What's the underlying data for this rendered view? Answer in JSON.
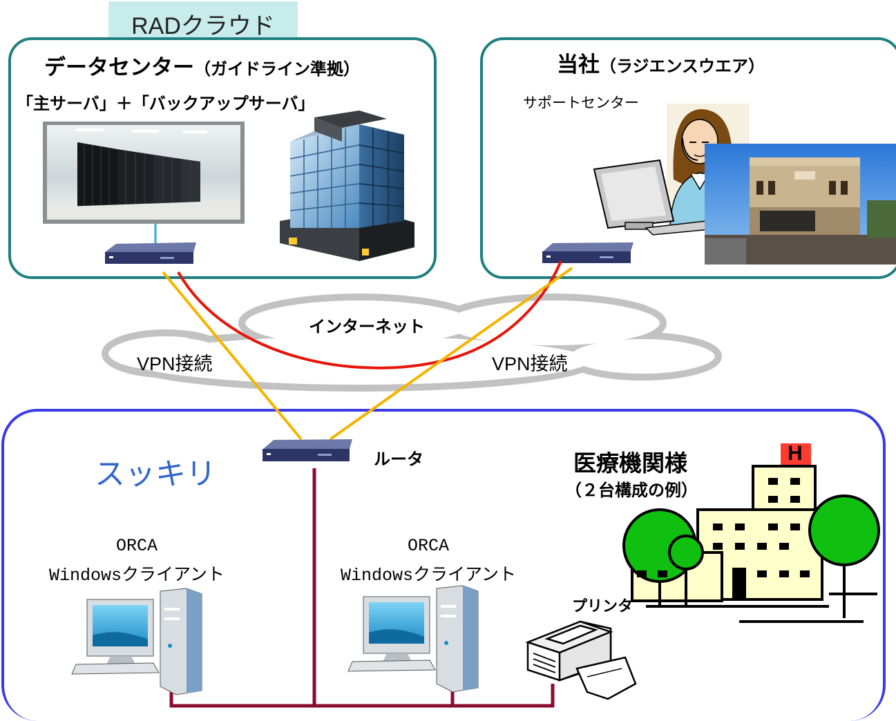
{
  "cloud_tab": {
    "label": "RADクラウド"
  },
  "datacenter": {
    "title": "データセンター",
    "title_note": "（ガイドライン準拠）",
    "servers": "「主サーバ」＋「バックアップサーバ」"
  },
  "company": {
    "title": "当社",
    "title_note": "（ラジエンスウエア）",
    "support": "サポートセンター"
  },
  "internet": {
    "label": "インターネット",
    "vpn_left": "VPN接続",
    "vpn_right": "VPN接続"
  },
  "clinic": {
    "product": "スッキリ",
    "router": "ルータ",
    "facility": "医療機関様",
    "config_note": "（２台構成の例）",
    "client1": {
      "line1": "ORCA",
      "line2": "Windowsクライアント"
    },
    "client2": {
      "line1": "ORCA",
      "line2": "Windowsクライアント"
    },
    "printer": "プリンタ",
    "hospital_sign": "H"
  },
  "colors": {
    "teal_border": "#1f7f7f",
    "tab_fill": "#c8ecec",
    "blue_border": "#3a3ae6",
    "product_text": "#3366cc",
    "red_link": "#e8140a",
    "vpn_link": "#f5b400",
    "lan_cable": "#8b0c2e",
    "tree_green": "#10c010",
    "building_fill": "#ffffcc"
  }
}
